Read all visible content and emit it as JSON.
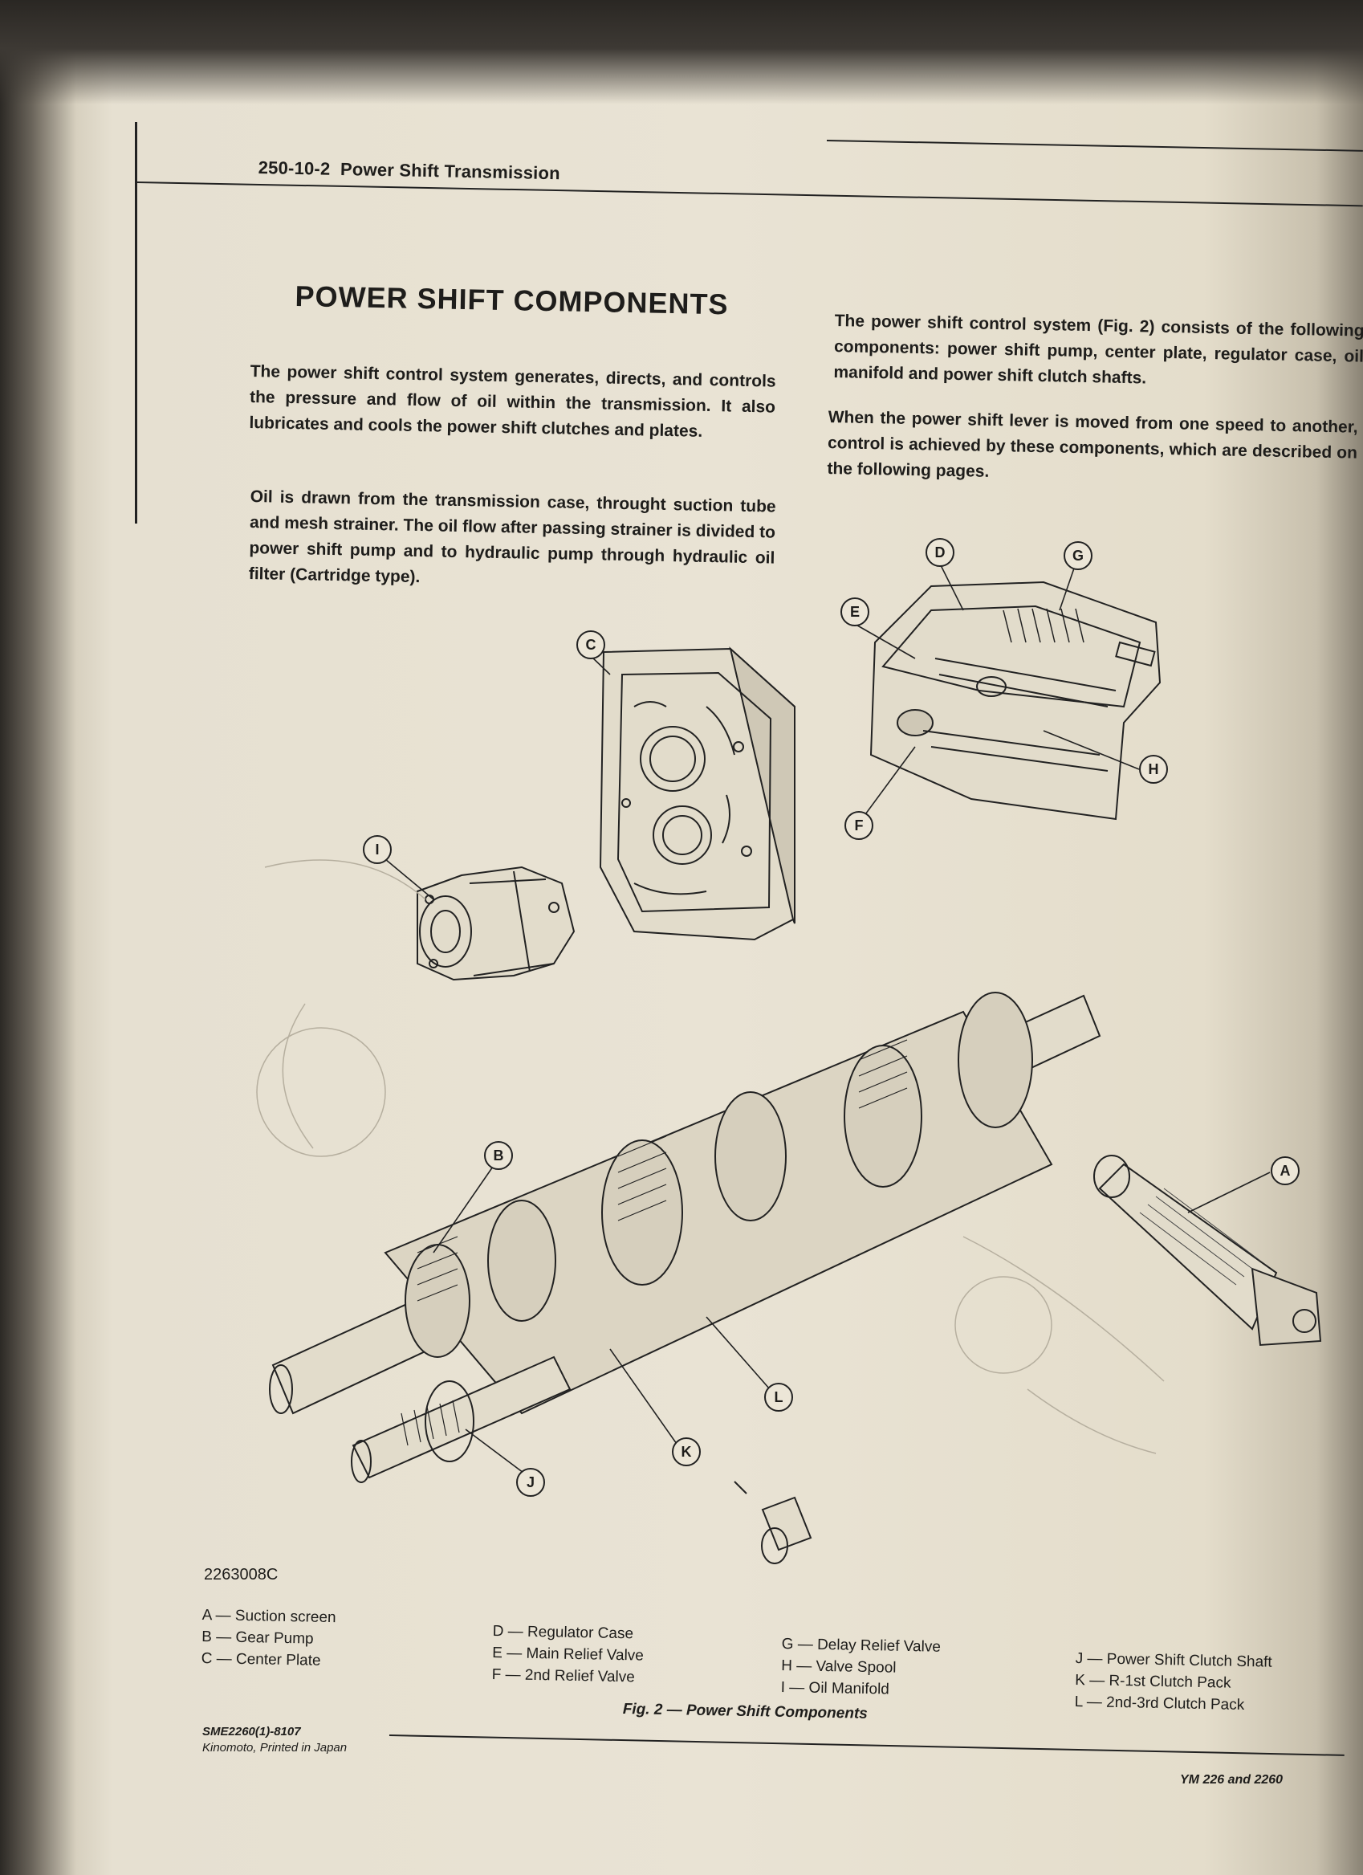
{
  "header": {
    "section": "250-10-2",
    "title": "Power Shift Transmission"
  },
  "title": "POWER SHIFT COMPONENTS",
  "paragraphs": {
    "p1": "The power shift control system generates, directs, and controls the pressure and flow of oil within the transmission. It also lubricates and cools the power shift clutches and plates.",
    "p2": "Oil is drawn from the transmission case, throught suction tube and mesh strainer. The oil flow after passing strainer is divided to power shift pump and to hydraulic pump through hydraulic oil filter (Cartridge type).",
    "p3": "The power shift control system (Fig. 2) consists of the following components: power shift pump, center plate, regulator case, oil manifold and power shift clutch shafts.",
    "p4": "When the power shift lever is moved from one speed to another, control is achieved by these components, which are described on the following pages."
  },
  "callouts": [
    "A",
    "B",
    "C",
    "D",
    "E",
    "F",
    "G",
    "H",
    "I",
    "J",
    "K",
    "L"
  ],
  "figure_number": "2263008C",
  "legend": {
    "col1": [
      "A — Suction screen",
      "B — Gear Pump",
      "C — Center Plate"
    ],
    "col2": [
      "D — Regulator Case",
      "E — Main Relief Valve",
      "F — 2nd Relief Valve"
    ],
    "col3": [
      "G — Delay Relief Valve",
      "H — Valve Spool",
      "I — Oil Manifold"
    ],
    "col4": [
      "J — Power Shift Clutch Shaft",
      "K — R-1st Clutch Pack",
      "L — 2nd-3rd Clutch Pack"
    ]
  },
  "caption": "Fig. 2 — Power Shift Components",
  "footer": {
    "code": "SME2260(1)-8107",
    "printer": "Kinomoto, Printed in Japan",
    "model": "YM 226 and 2260"
  }
}
